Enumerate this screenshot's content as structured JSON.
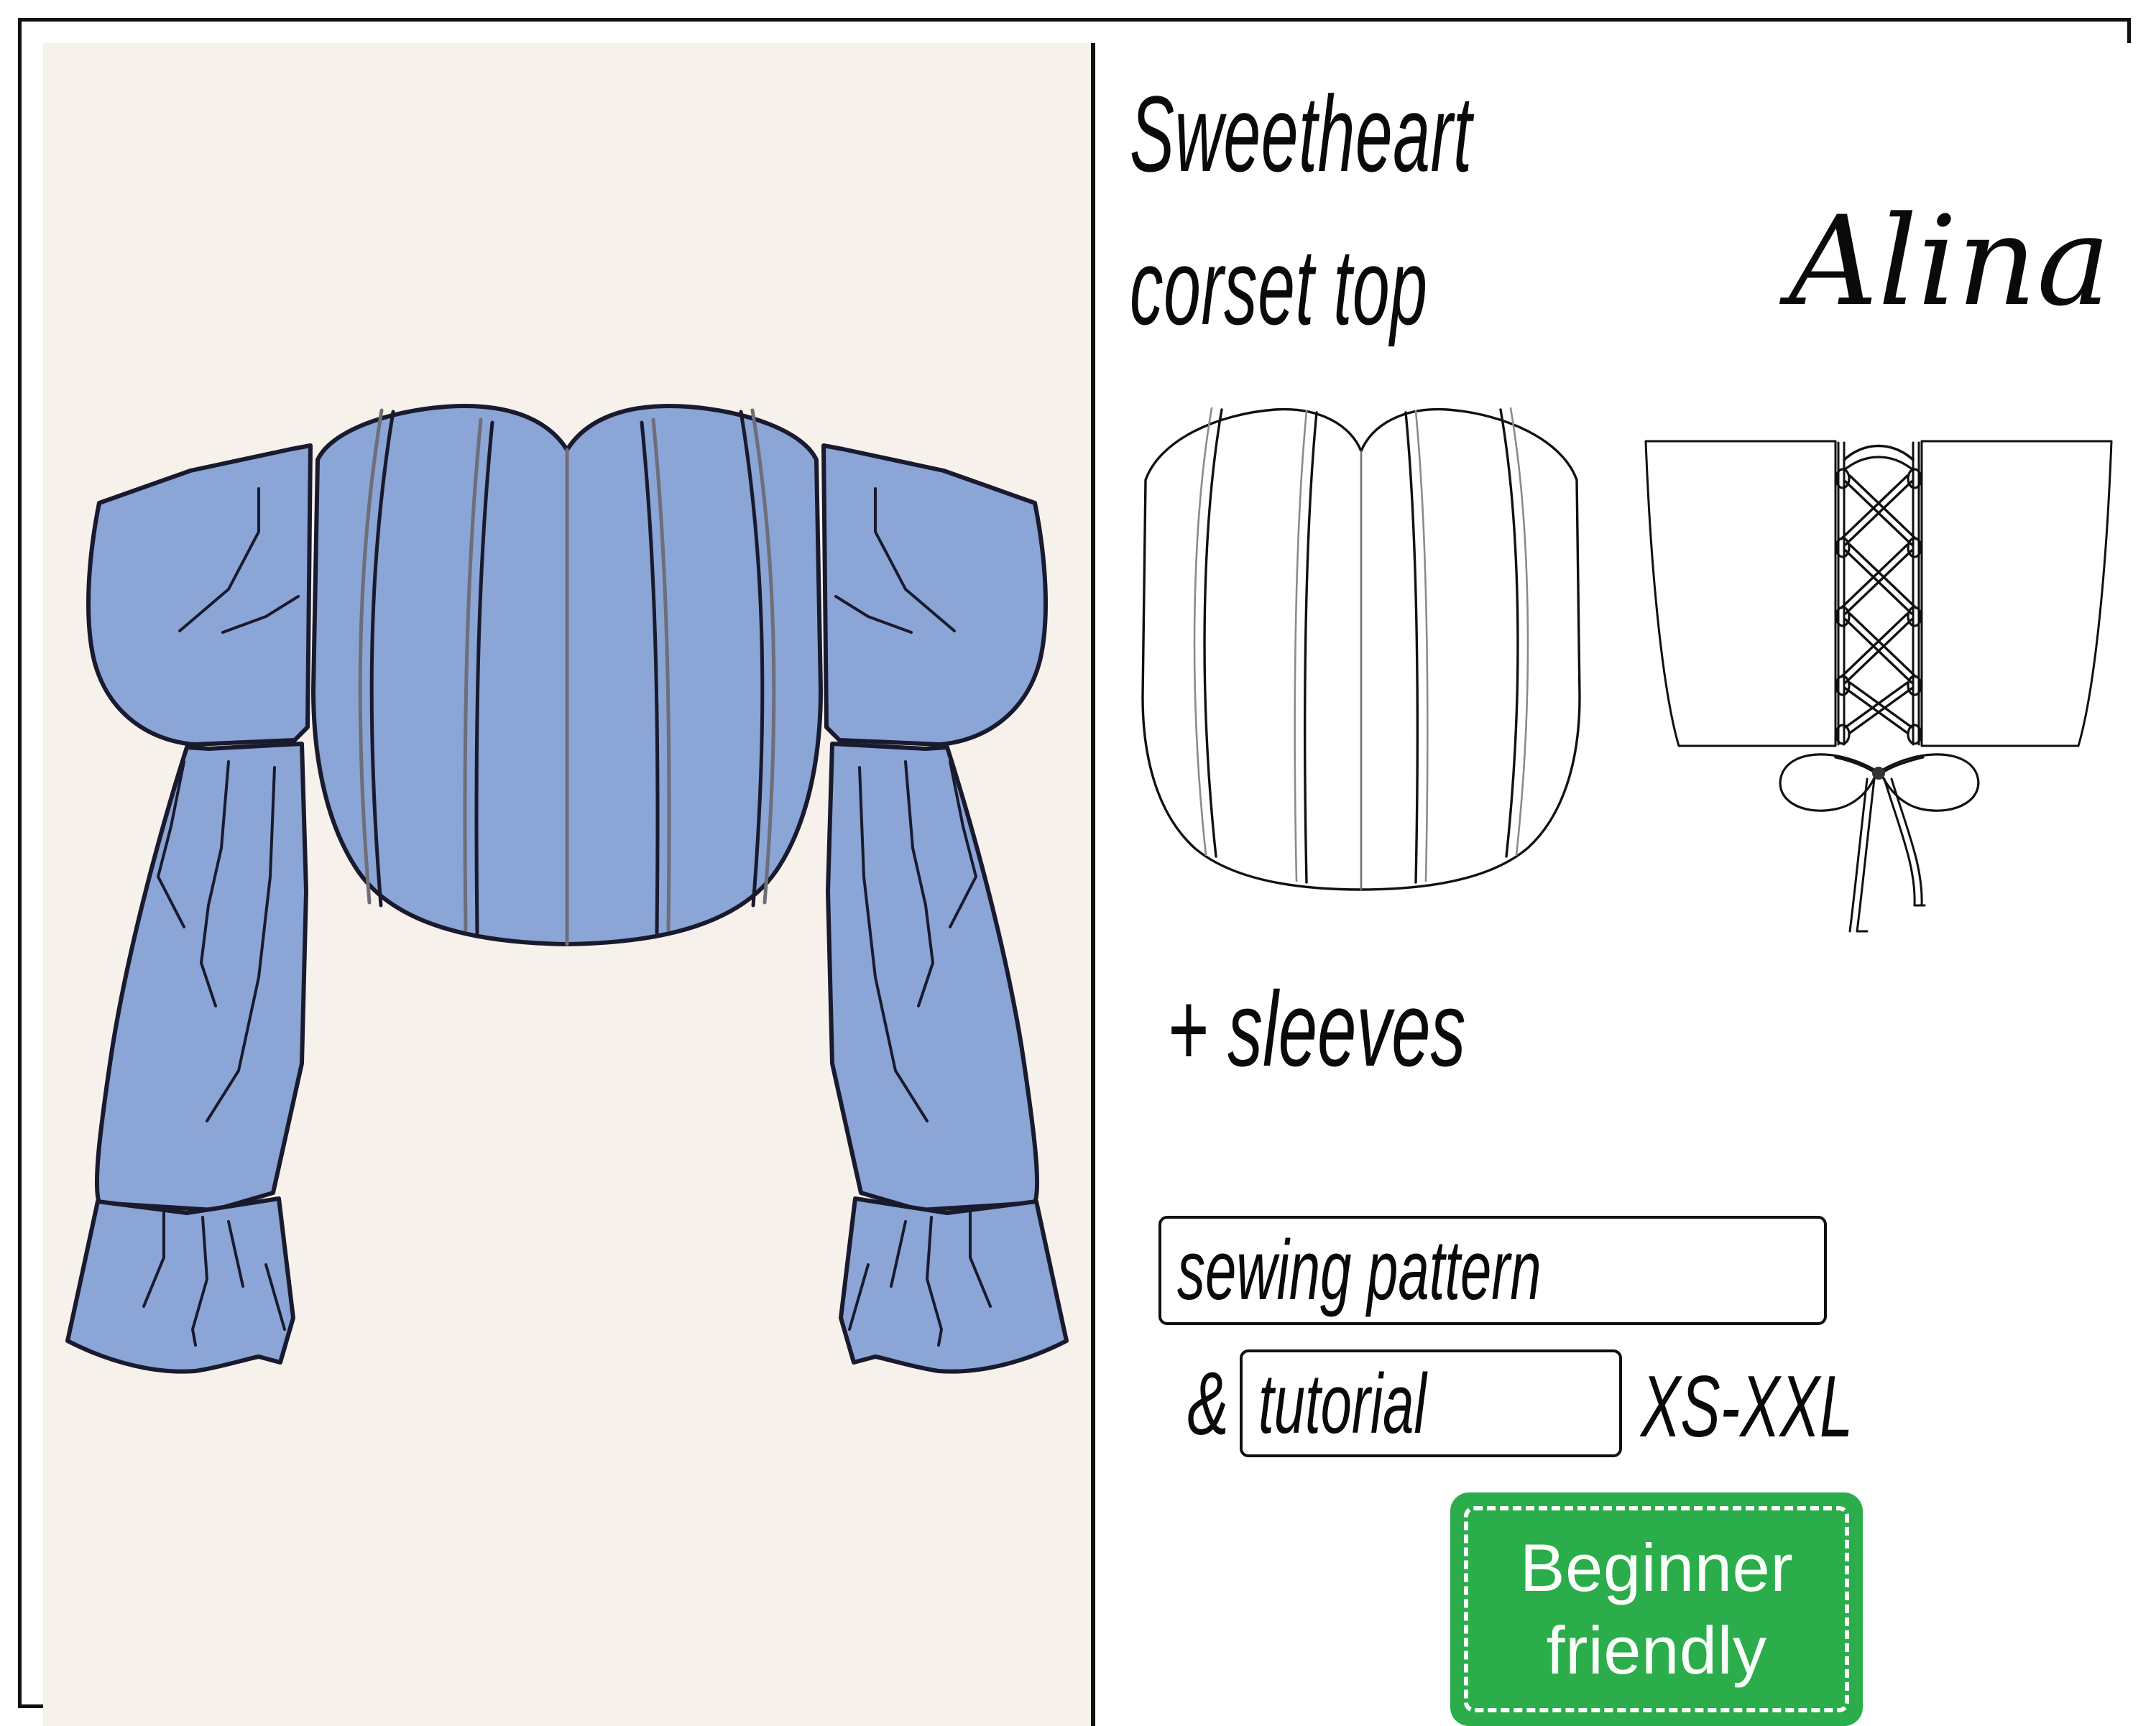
{
  "product": {
    "title_line_1": "Sweetheart",
    "title_line_2": "corset top",
    "designer_script": "Alina",
    "sleeves_note": "+ sleeves",
    "label_sewing_pattern": "sewing pattern",
    "label_ampersand": "&",
    "label_tutorial": "tutorial",
    "label_sizes": "XS-XXL",
    "badge_line_1": "Beginner",
    "badge_line_2": "friendly"
  },
  "colors": {
    "panel_left_bg": "#F7F1EC",
    "panel_right_bg": "#FFFFFF",
    "frame_stroke": "#111111",
    "garment_fill": "#8AA5D6",
    "garment_stroke": "#1A1A2E",
    "seam_line": "#6E6E78",
    "badge_green": "#2AAD4A",
    "badge_text": "#FBFFF9",
    "text_black": "#0A0A0A"
  },
  "illustration": {
    "name": "corset-top-with-puff-sleeves-colored-flat",
    "garment_parts": [
      "bodice-front-sweetheart",
      "left-puff-sleeve-upper",
      "left-sleeve-lower",
      "left-sleeve-cuff-ruffle",
      "right-puff-sleeve-upper",
      "right-sleeve-lower",
      "right-sleeve-cuff-ruffle"
    ]
  },
  "technical_flats": [
    {
      "name": "front-flat-sweetheart-bodice",
      "view": "front"
    },
    {
      "name": "back-flat-corset-lacing",
      "view": "back",
      "detail": "criss-cross lacing with eyelets and tied bow"
    }
  ]
}
